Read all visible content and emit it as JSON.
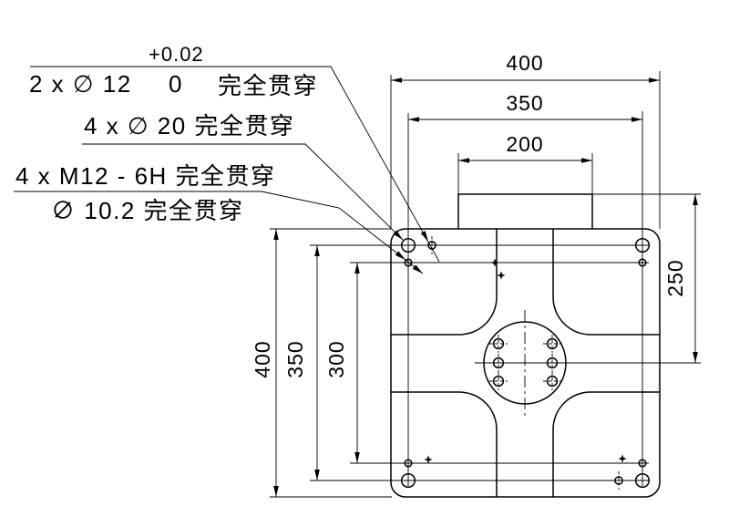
{
  "drawing": {
    "type": "engineering-part-drawing",
    "view": "top-view-mounting-plate",
    "colors": {
      "background": "#ffffff",
      "lines": "#000000"
    }
  },
  "callouts": {
    "dowel": {
      "prefix": "2 x ∅ 12",
      "tol_upper": "+0.02",
      "tol_lower": "0",
      "suffix": "完全贯穿"
    },
    "bore": {
      "text": "4 x ∅ 20 完全贯穿"
    },
    "thread": {
      "text": "4 x  M12 - 6H 完全贯穿"
    },
    "pilot": {
      "text": "∅ 10.2 完全贯穿"
    }
  },
  "dimensions": {
    "top": [
      {
        "label": "400"
      },
      {
        "label": "350"
      },
      {
        "label": "200"
      }
    ],
    "left": [
      {
        "label": "400"
      },
      {
        "label": "350"
      },
      {
        "label": "300"
      }
    ],
    "right": [
      {
        "label": "250"
      }
    ]
  }
}
